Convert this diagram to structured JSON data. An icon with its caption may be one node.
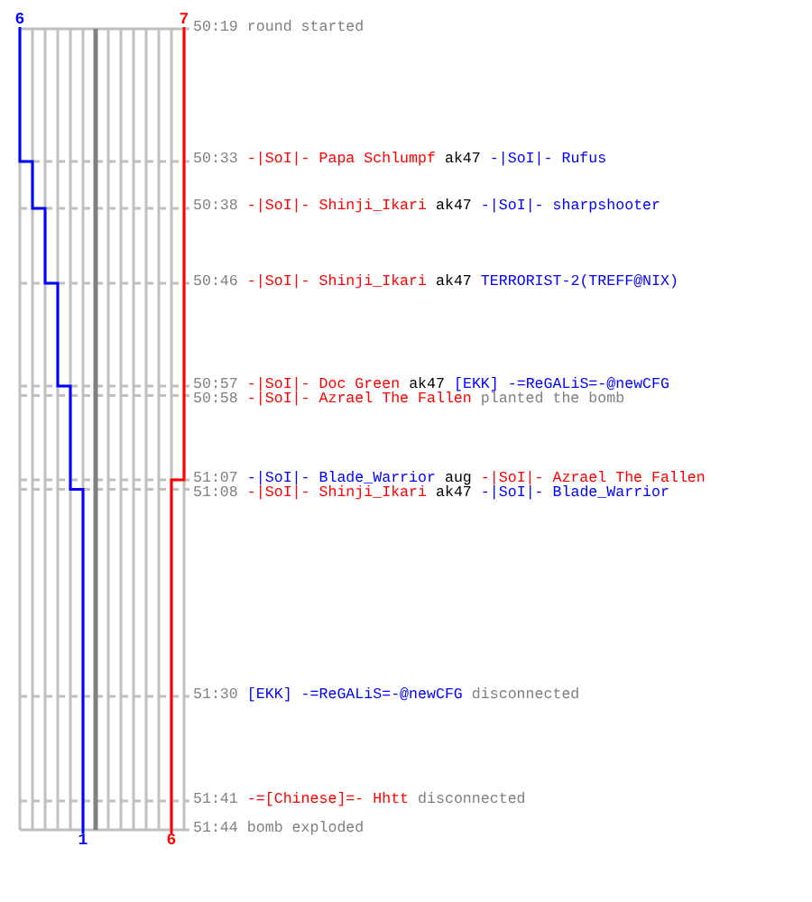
{
  "diagram": {
    "labels": [
      "6",
      "7",
      "50:19",
      "round started",
      "50:33",
      "-|SoI|- Papa Schlumpf",
      "ak47",
      "-|SoI|- Rufus",
      "50:38",
      "-|SoI|- Shinji_Ikari",
      "ak47",
      "-|SoI|- sharpshooter",
      "50:46",
      "-|SoI|- Shinji_Ikari",
      "ak47",
      "TERRORIST-2(TREFF@NIX)",
      "50:57",
      "-|SoI|- Doc Green",
      "ak47",
      "[EKK] -=ReGALiS=-@newCFG",
      "50:58",
      "-|SoI|- Azrael The Fallen",
      "planted the bomb",
      "51:07",
      "-|SoI|- Blade_Warrior",
      "aug",
      "-|SoI|- Azrael The Fallen",
      "51:08",
      "-|SoI|- Shinji_Ikari",
      "ak47",
      "-|SoI|- Blade_Warrior",
      "51:30",
      "[EKK] -=ReGALiS=-@newCFG",
      "disconnected",
      "51:41",
      "-=[Chinese]=- Hhtt",
      "disconnected",
      "51:44",
      "bomb exploded",
      "1",
      "6"
    ]
  }
}
